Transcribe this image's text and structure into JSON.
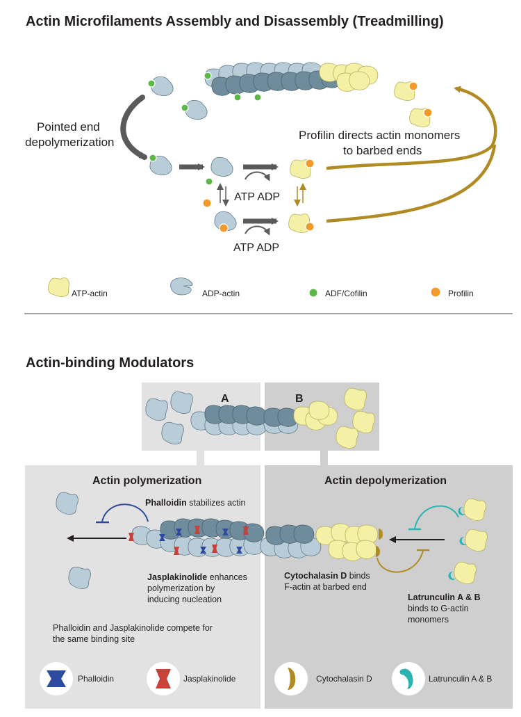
{
  "title": "Actin Microfilaments Assembly and Disassembly (Treadmilling)",
  "treadmill": {
    "pointed_line1": "Pointed end",
    "pointed_line2": "depolymerization",
    "profilin_line1": "Profilin directs actin monomers",
    "profilin_line2": "to barbed ends",
    "atp_adp_1": "ATP ADP",
    "atp_adp_2": "ATP ADP"
  },
  "legend_top": {
    "atp_actin": "ATP-actin",
    "adp_actin": "ADP-actin",
    "cofilin": "ADF/Cofilin",
    "profilin": "Profilin"
  },
  "modulators": {
    "title": "Actin-binding Modulators",
    "label_a": "A",
    "label_b": "B",
    "left": {
      "heading": "Actin polymerization",
      "phalloidin_bold": "Phalloidin",
      "phalloidin_rest": "stabilizes actin",
      "jasp_bold": "Jasplakinolide",
      "jasp_rest": "enhances",
      "jasp_line2": "polymerization by",
      "jasp_line3": "inducing nucleation",
      "compete_line1": "Phalloidin and Jasplakinolide compete for",
      "compete_line2": "the same binding site"
    },
    "right": {
      "heading": "Actin depolymerization",
      "cyto_bold": "Cytochalasin D",
      "cyto_rest": "binds",
      "cyto_line2": "F-actin at barbed end",
      "latr_bold": "Latrunculin A & B",
      "latr_line2": "binds to G-actin",
      "latr_line3": "monomers"
    },
    "legend": {
      "phalloidin": "Phalloidin",
      "jasplakinolide": "Jasplakinolide",
      "cytochalasin": "Cytochalasin D",
      "latrunculin": "Latrunculin A & B"
    }
  },
  "colors": {
    "adp_actin": "#b9cdd8",
    "adp_actin_dark": "#6e8c9b",
    "atp_actin": "#f4f1a6",
    "cofilin": "#5bb846",
    "profilin": "#f39a2b",
    "arrow_grey": "#5a5a5a",
    "arrow_gold": "#b08a22",
    "phalloidin": "#2d4a9e",
    "jasplakinolide": "#c8423a",
    "cytochalasin": "#b08a22",
    "latrunculin": "#2bb3b1",
    "panel_left": "#e3e2e3",
    "panel_right": "#cfcfcf"
  }
}
